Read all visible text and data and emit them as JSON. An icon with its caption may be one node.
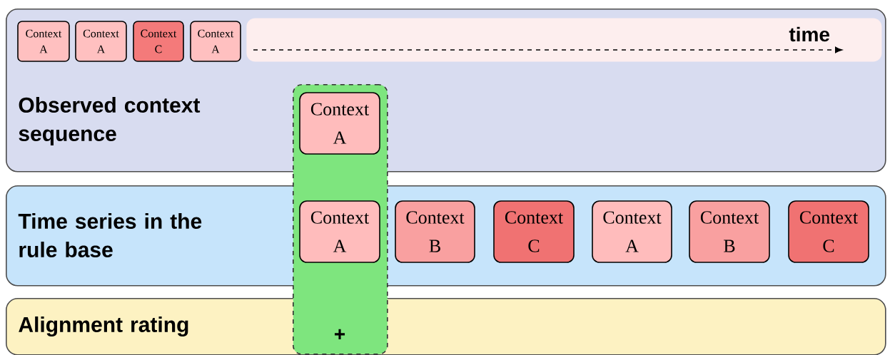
{
  "diagram": {
    "nodes": [
      {
        "text": [
          "Observed context sequence"
        ]
      },
      {
        "text": [
          "time"
        ],
        "in": 0
      },
      {
        "text": [
          "Context A"
        ],
        "in": 0
      },
      {
        "text": [
          "Context A"
        ],
        "in": 0
      },
      {
        "text": [
          "Context C"
        ],
        "in": 0
      },
      {
        "text": [
          "Context A"
        ],
        "in": 0
      },
      {
        "text": [
          "Time series in the rule base"
        ]
      },
      {
        "text": [
          "Alignment rating"
        ]
      },
      {
        "text": [
          "+"
        ]
      },
      {
        "text": [
          "Context A"
        ]
      },
      {
        "text": [
          "Context A"
        ]
      },
      {
        "text": [
          "Context B"
        ],
        "in": 6
      },
      {
        "text": [
          "Context C"
        ],
        "in": 6
      },
      {
        "text": [
          "Context A"
        ],
        "in": 6
      },
      {
        "text": [
          "Context B"
        ],
        "in": 6
      },
      {
        "text": [
          "Context C"
        ],
        "in": 6
      }
    ]
  }
}
